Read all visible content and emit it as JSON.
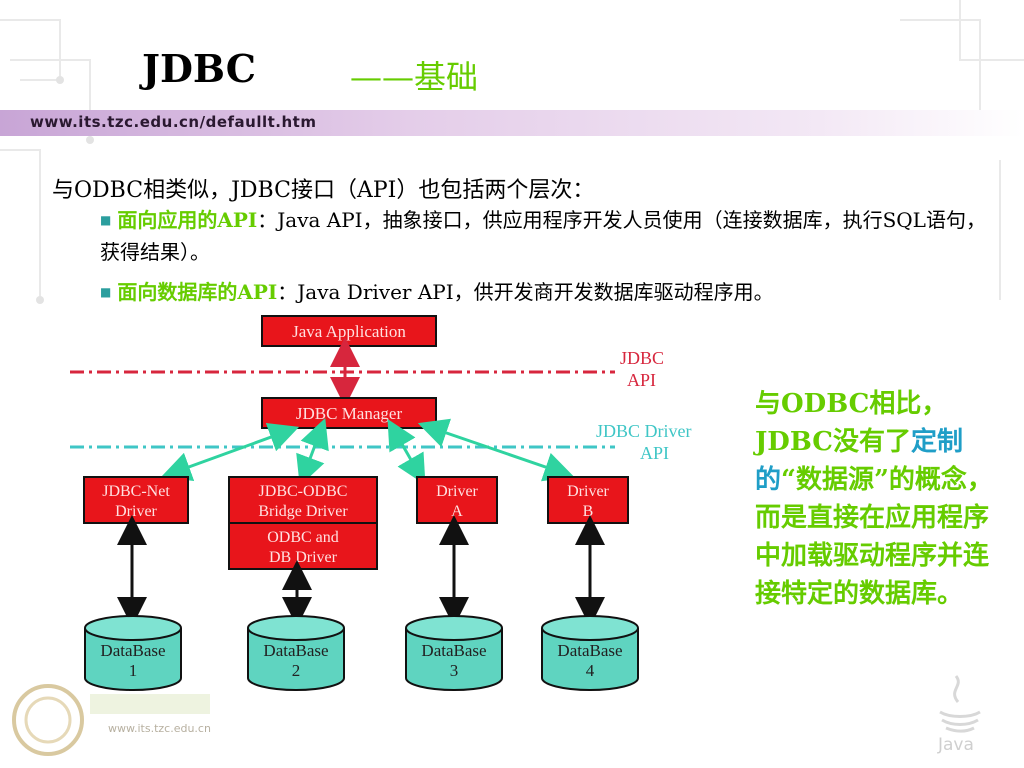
{
  "slide": {
    "title": "JDBC",
    "title_sub": "——基础",
    "url": "www.its.tzc.edu.cn/defaullt.htm",
    "footer_url": "www.its.tzc.edu.cn",
    "java_logo_text": "Java"
  },
  "intro": "与ODBC相类似，JDBC接口（API）也包括两个层次：",
  "bullets": [
    {
      "highlight": "面向应用的API",
      "text": "：Java API，抽象接口，供应用程序开发人员使用（连接数据库，执行SQL语句，获得结果）。"
    },
    {
      "highlight": "面向数据库的API",
      "text": "：Java Driver API，供开发商开发数据库驱动程序用。"
    }
  ],
  "diagram": {
    "java_app": "Java Application",
    "jdbc_api_label_1": "JDBC",
    "jdbc_api_label_2": "API",
    "jdbc_manager": "JDBC Manager",
    "driver_api_label_1": "JDBC Driver",
    "driver_api_label_2": "API",
    "drivers": [
      {
        "line1": "JDBC-Net",
        "line2": "Driver"
      },
      {
        "line1": "JDBC-ODBC",
        "line2": "Bridge Driver"
      },
      {
        "line1": "Driver",
        "line2": "A"
      },
      {
        "line1": "Driver",
        "line2": "B"
      }
    ],
    "odbc_box": {
      "line1": "ODBC and",
      "line2": "DB  Driver"
    },
    "databases": [
      {
        "line1": "DataBase",
        "line2": "1"
      },
      {
        "line1": "DataBase",
        "line2": "2"
      },
      {
        "line1": "DataBase",
        "line2": "3"
      },
      {
        "line1": "DataBase",
        "line2": "4"
      }
    ],
    "colors": {
      "box_fill": "#e8151b",
      "box_text": "#ffe0e0",
      "db_fill": "#5fd4c0",
      "arrow_green": "#2fd3a0",
      "api_red": "#d7263d",
      "api_teal": "#3fc6c6"
    }
  },
  "side_note": {
    "part1": "与ODBC相比，JDBC没有了",
    "part2": "定制的",
    "part3": "“数据源”的概念，而是直接在应用程序中加载驱动程序并连接特定的数据库。"
  }
}
